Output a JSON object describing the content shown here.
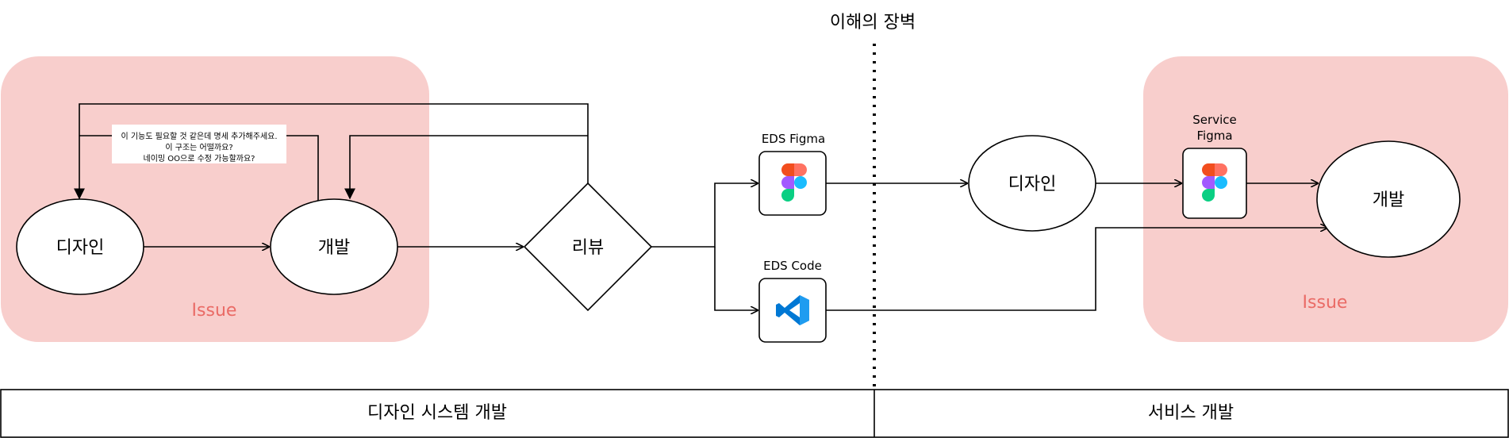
{
  "barrier_title": "이해의 장벽",
  "left_zone": {
    "label": "Issue"
  },
  "right_zone": {
    "label": "Issue"
  },
  "nodes": {
    "design_left": "디자인",
    "dev_left": "개발",
    "review": "리뷰",
    "design_right": "디자인",
    "dev_right": "개발"
  },
  "feedback_note": {
    "line1": "이 기능도 필요할 것 같은데 명세 추가해주세요.",
    "line2": "이 구조는 어떨까요?",
    "line3": "네이밍 OO으로 수정 가능할까요?"
  },
  "tools": {
    "eds_figma": "EDS Figma",
    "eds_code": "EDS Code",
    "service_figma_line1": "Service",
    "service_figma_line2": "Figma"
  },
  "footer": {
    "left": "디자인 시스템 개발",
    "right": "서비스 개발"
  },
  "icons": {
    "eds_figma": "figma-icon",
    "eds_code": "vscode-icon",
    "service_figma": "figma-icon"
  },
  "colors": {
    "issue_zone": "#f8cecc",
    "issue_text": "#ea6b66",
    "figma_red": "#f24e1e",
    "figma_orange": "#ff7262",
    "figma_purple": "#a259ff",
    "figma_blue": "#1abcfe",
    "figma_green": "#0acf83",
    "vscode_blue": "#0078d4"
  }
}
